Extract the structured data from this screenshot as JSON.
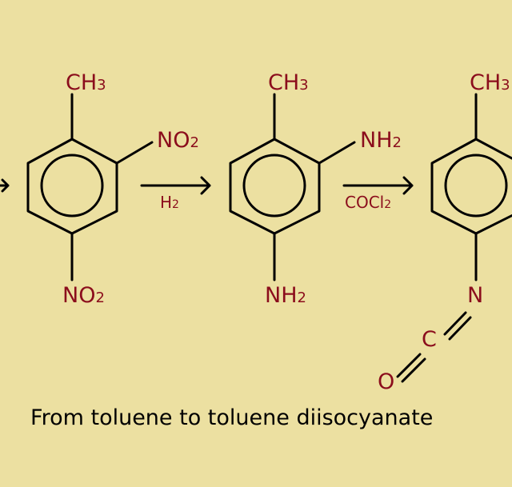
{
  "molecule_2": {
    "top": {
      "main": "CH",
      "sub": "3"
    },
    "side": {
      "main": "NO",
      "sub": "2"
    },
    "bottom": {
      "main": "NO",
      "sub": "2"
    }
  },
  "reagent_1": {
    "main": "H",
    "sub": "2"
  },
  "molecule_3": {
    "top": {
      "main": "CH",
      "sub": "3"
    },
    "side": {
      "main": "NH",
      "sub": "2"
    },
    "bottom": {
      "main": "NH",
      "sub": "2"
    }
  },
  "reagent_2": {
    "main": "COCl",
    "sub": "2"
  },
  "molecule_4": {
    "top": {
      "main": "CH",
      "sub": "3"
    },
    "n": "N",
    "c": "C",
    "o": "O"
  },
  "caption": "From toluene to toluene diisocyanate",
  "colors": {
    "background": "#ece0a1",
    "atom_label": "#8b0d1c",
    "bond": "#000000"
  }
}
